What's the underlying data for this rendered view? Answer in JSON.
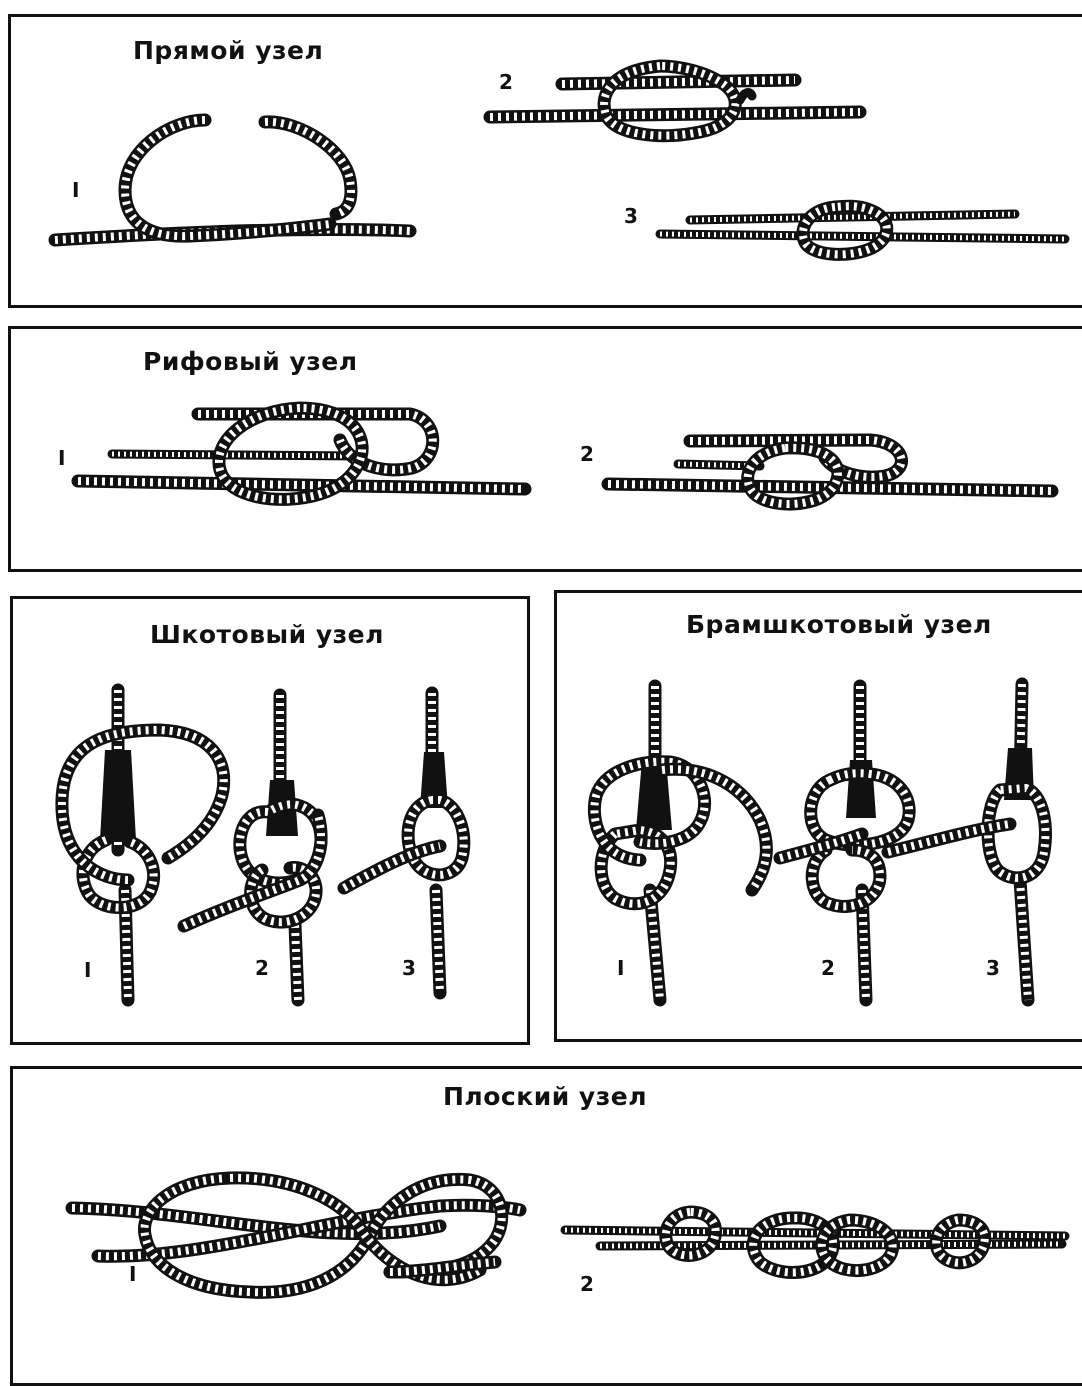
{
  "panels": {
    "square": {
      "title": "Прямой узел",
      "steps": [
        "I",
        "2",
        "3"
      ]
    },
    "reef": {
      "title": "Рифовый узел",
      "steps": [
        "I",
        "2"
      ]
    },
    "sheet": {
      "title": "Шкотовый узел",
      "steps": [
        "I",
        "2",
        "3"
      ]
    },
    "double_sheet": {
      "title": "Брамшкотовый узел",
      "steps": [
        "I",
        "2",
        "3"
      ]
    },
    "carrick": {
      "title": "Плоский узел",
      "steps": [
        "I",
        "2"
      ]
    }
  }
}
